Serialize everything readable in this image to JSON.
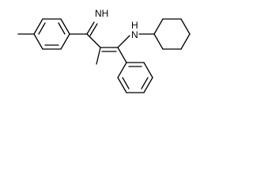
{
  "molecule": {
    "atom_labels": {
      "imine": "NH",
      "amine_n": "N",
      "amine_h": "H"
    },
    "colors": {
      "bond": "#000000",
      "label": "#000000",
      "background": "#ffffff"
    }
  }
}
